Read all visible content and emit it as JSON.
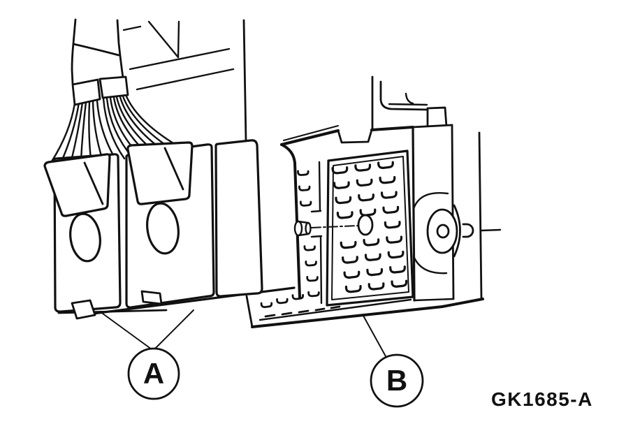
{
  "figure": {
    "style": {
      "background": "#ffffff",
      "ink": "#111111"
    },
    "callouts": [
      {
        "label": "A",
        "points_to": "wiring-harness-connectors"
      },
      {
        "label": "B",
        "points_to": "electronic-module"
      }
    ],
    "figure_code": "GK1685-A"
  }
}
